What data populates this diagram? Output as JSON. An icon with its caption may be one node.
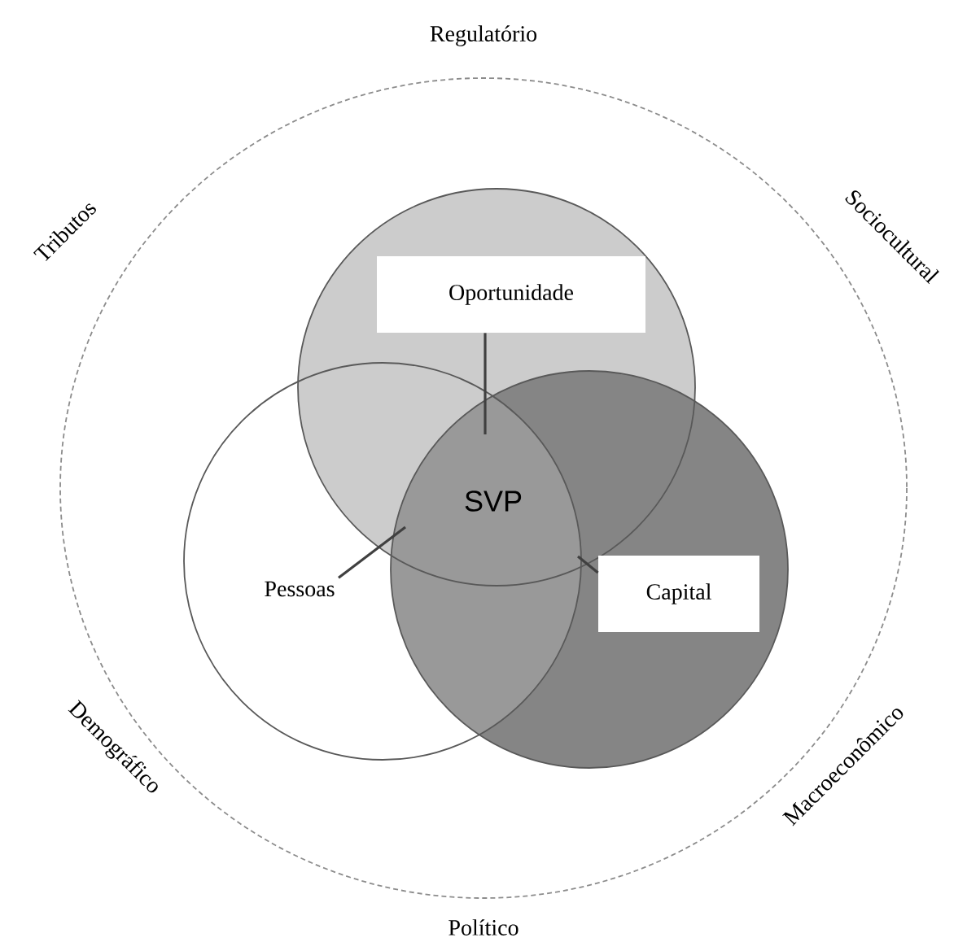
{
  "diagram": {
    "nodes": [
      {
        "text": [
          "Oportunidade"
        ]
      },
      {
        "text": [
          "Pessoas"
        ]
      },
      {
        "text": [
          "Capital"
        ]
      }
    ],
    "edges": [
      {
        "from": 0,
        "to": null,
        "arrow": "none"
      },
      {
        "from": 1,
        "to": null,
        "arrow": "none"
      },
      {
        "from": 2,
        "to": null,
        "arrow": "none"
      }
    ],
    "labels": [
      "Regulatório",
      "Tributos",
      "Sociocultural",
      "SVP",
      "Demográfico",
      "Macroeconômico",
      "Político"
    ]
  }
}
